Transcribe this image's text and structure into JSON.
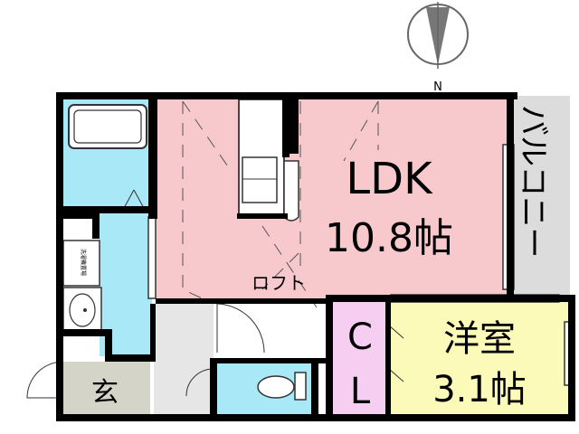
{
  "compass": {
    "label": "N",
    "icon": "north-arrow-icon"
  },
  "rooms": {
    "ldk": {
      "name": "LDK",
      "size": "10.8帖",
      "color": "#f7c9cd"
    },
    "western": {
      "name": "洋室",
      "size": "3.1帖",
      "color": "#fbfab9"
    },
    "closet": {
      "letter1": "C",
      "letter2": "L",
      "color": "#f6cef2"
    },
    "balcony": {
      "label": "バルコニー",
      "color": "#dcdcdc"
    },
    "loft": {
      "label": "ロフト"
    },
    "entrance": {
      "label": "玄",
      "color": "#d4d4c8"
    },
    "wet_area": {
      "color": "#a9e8f6"
    },
    "hall": {
      "color": "#e6e6e6"
    }
  },
  "washer_label": "洗濯機置場"
}
